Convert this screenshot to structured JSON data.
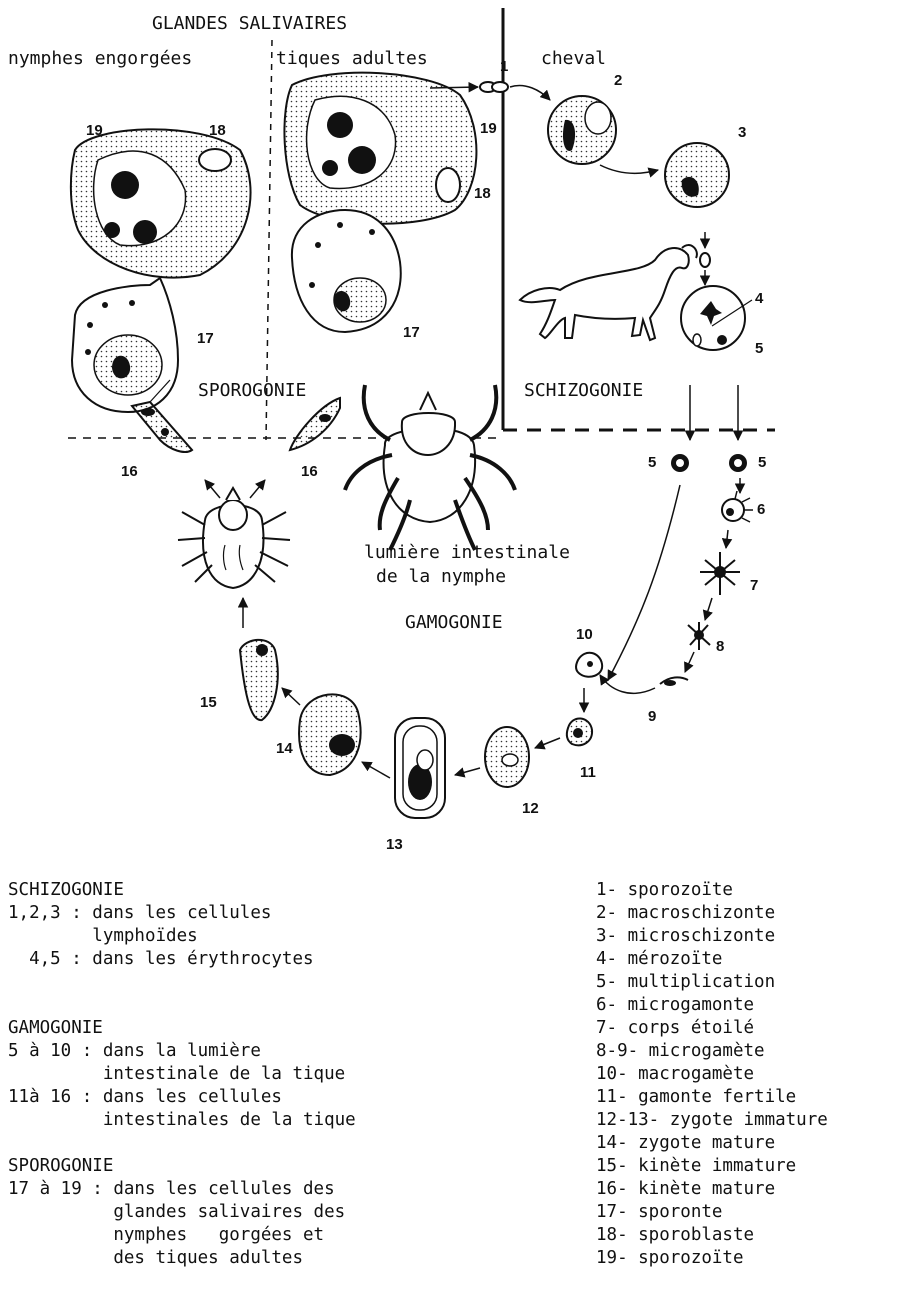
{
  "headers": {
    "glandes": "GLANDES SALIVAIRES",
    "nymphes": "nymphes engorgées",
    "tiques": "tiques adultes",
    "cheval": "cheval"
  },
  "phases": {
    "sporogonie": "SPOROGONIE",
    "schizogonie": "SCHIZOGONIE",
    "gamogonie": "GAMOGONIE",
    "lumiere_1": "lumière intestinale",
    "lumiere_2": "de la nymphe"
  },
  "stage_numbers": {
    "n1": "1",
    "n2": "2",
    "n3": "3",
    "n4": "4",
    "n5a": "5",
    "n5b": "5",
    "n5c": "5",
    "n6": "6",
    "n7": "7",
    "n8": "8",
    "n9": "9",
    "n10": "10",
    "n11": "11",
    "n12": "12",
    "n13": "13",
    "n14": "14",
    "n15": "15",
    "n16a": "16",
    "n16b": "16",
    "n17a": "17",
    "n17b": "17",
    "n18a": "18",
    "n18b": "18",
    "n19a": "19",
    "n19b": "19"
  },
  "left_notes": [
    "SCHIZOGONIE",
    "1,2,3 : dans les cellules",
    "        lymphoïdes",
    "  4,5 : dans les érythrocytes",
    "",
    "",
    "GAMOGONIE",
    "5 à 10 : dans la lumière",
    "         intestinale de la tique",
    "11à 16 : dans les cellules",
    "         intestinales de la tique",
    "",
    "SPOROGONIE",
    "17 à 19 : dans les cellules des",
    "          glandes salivaires des",
    "          nymphes   gorgées et",
    "          des tiques adultes"
  ],
  "right_legend": [
    "1- sporozoïte",
    "2- macroschizonte",
    "3- microschizonte",
    "4- mérozoïte",
    "5- multiplication",
    "6- microgamonte",
    "7- corps étoilé",
    "8-9- microgamète",
    "10- macrogamète",
    "11- gamonte fertile",
    "12-13- zygote immature",
    "14- zygote mature",
    "15- kinète immature",
    "16- kinète mature",
    "17- sporonte",
    "18- sporoblaste",
    "19- sporozoïte"
  ]
}
